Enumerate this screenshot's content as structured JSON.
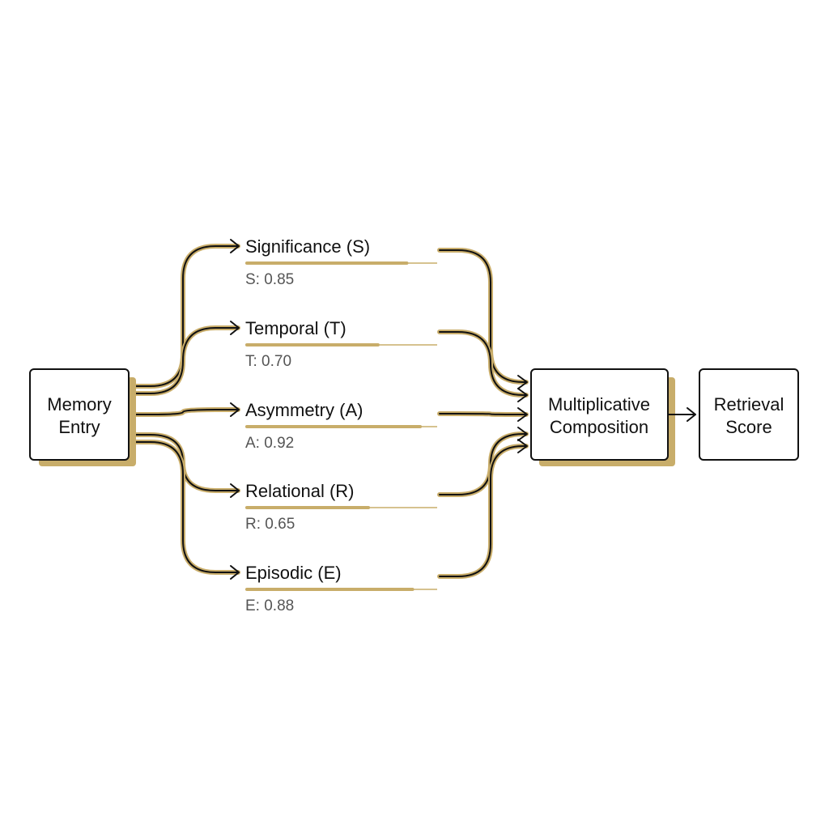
{
  "nodes": {
    "memory_entry": {
      "line1": "Memory",
      "line2": "Entry"
    },
    "composition": {
      "line1": "Multiplicative",
      "line2": "Composition"
    },
    "retrieval": {
      "line1": "Retrieval",
      "line2": "Score"
    }
  },
  "factors": [
    {
      "key": "S",
      "label": "Significance (S)",
      "value_text": "S: 0.85",
      "value": 0.85
    },
    {
      "key": "T",
      "label": "Temporal (T)",
      "value_text": "T: 0.70",
      "value": 0.7
    },
    {
      "key": "A",
      "label": "Asymmetry (A)",
      "value_text": "A: 0.92",
      "value": 0.92
    },
    {
      "key": "R",
      "label": "Relational (R)",
      "value_text": "R: 0.65",
      "value": 0.65
    },
    {
      "key": "E",
      "label": "Episodic (E)",
      "value_text": "E: 0.88",
      "value": 0.88
    }
  ],
  "colors": {
    "accent": "#c8ad6a",
    "line": "#111111",
    "value_text": "#555555"
  }
}
